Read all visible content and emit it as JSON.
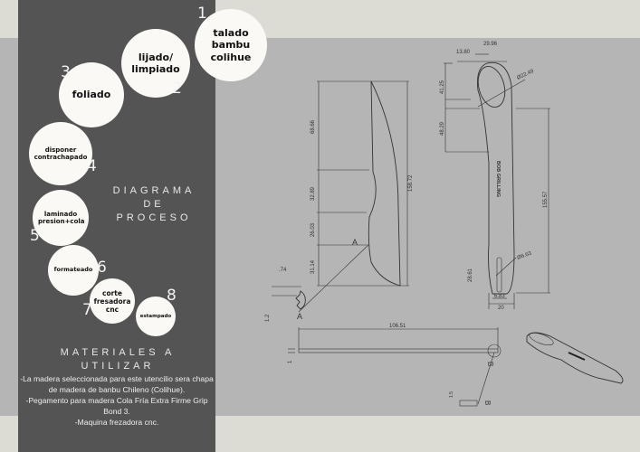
{
  "process": {
    "title_line1": "DIAGRAMA DE",
    "title_line2": "PROCESO",
    "steps": [
      {
        "number": "1",
        "label": "talado bambu colihue"
      },
      {
        "number": "2",
        "label": "lijado/ limpiado"
      },
      {
        "number": "3",
        "label": "foliado"
      },
      {
        "number": "4",
        "label": "disponer contrachapado"
      },
      {
        "number": "5",
        "label": "laminado presion+cola"
      },
      {
        "number": "6",
        "label": "formateado"
      },
      {
        "number": "7",
        "label": "corte fresadora cnc"
      },
      {
        "number": "8",
        "label": "estampado"
      }
    ]
  },
  "materials": {
    "title_line1": "MATERIALES A",
    "title_line2": "UTILIZAR",
    "lines": [
      "-La madera seleccionada para este utencilio sera chapa de madera de banbu Chileno (Colihue).",
      "-Pegamento para madera Cola Fría Extra Firme Grip Bond 3.",
      "-Maquina frezadora cnc."
    ]
  },
  "drawing": {
    "side_dims": [
      "68.66",
      "32.89",
      "26.03",
      "31.14",
      "158.72"
    ],
    "detail_a": {
      "label": "A",
      "dims": [
        ".74",
        "1.2"
      ]
    },
    "top_dims": [
      "29.96",
      "13.80",
      "Ø22.49",
      "41.25",
      "48.29",
      "155.57",
      "Ø6.63",
      "28.61",
      "6.83",
      "20"
    ],
    "stamp_text": "BOB GRILLING",
    "front_dims": [
      "106.51",
      "1"
    ],
    "detail_b": {
      "label": "B",
      "dims": [
        "1.5"
      ]
    }
  },
  "colors": {
    "panel": "#545454",
    "band": "#b5b5b5",
    "background": "#dcdcd5",
    "circle": "#fbf9f6"
  }
}
